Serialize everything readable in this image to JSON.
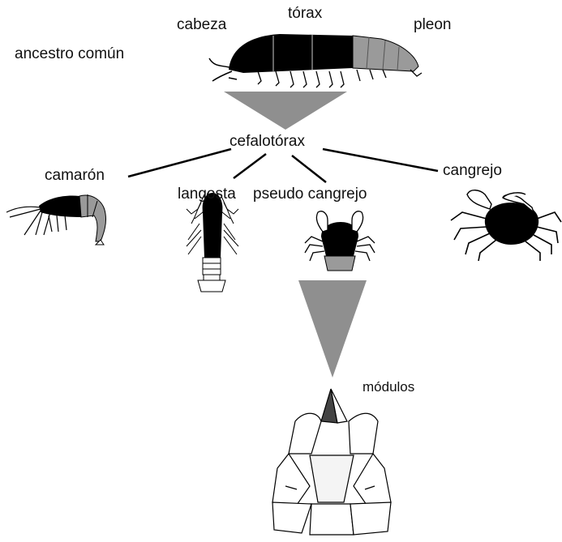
{
  "labels": {
    "ancestor": "ancestro común",
    "head": "cabeza",
    "thorax": "tórax",
    "pleon": "pleon",
    "cephalothorax": "cefalotórax",
    "shrimp": "camarón",
    "lobster": "langosta",
    "pseudo_crab": "pseudo cangrejo",
    "crab": "cangrejo",
    "modules": "módulos"
  },
  "colors": {
    "body": "#000000",
    "segment_gray": "#9a9a9a",
    "triangle": "#8f8f8f",
    "line": "#000000"
  },
  "icons": [
    "isopod-ancestor-drawing",
    "shrimp-drawing",
    "lobster-drawing",
    "pseudo-crab-drawing",
    "crab-drawing",
    "carapace-modules-drawing"
  ]
}
